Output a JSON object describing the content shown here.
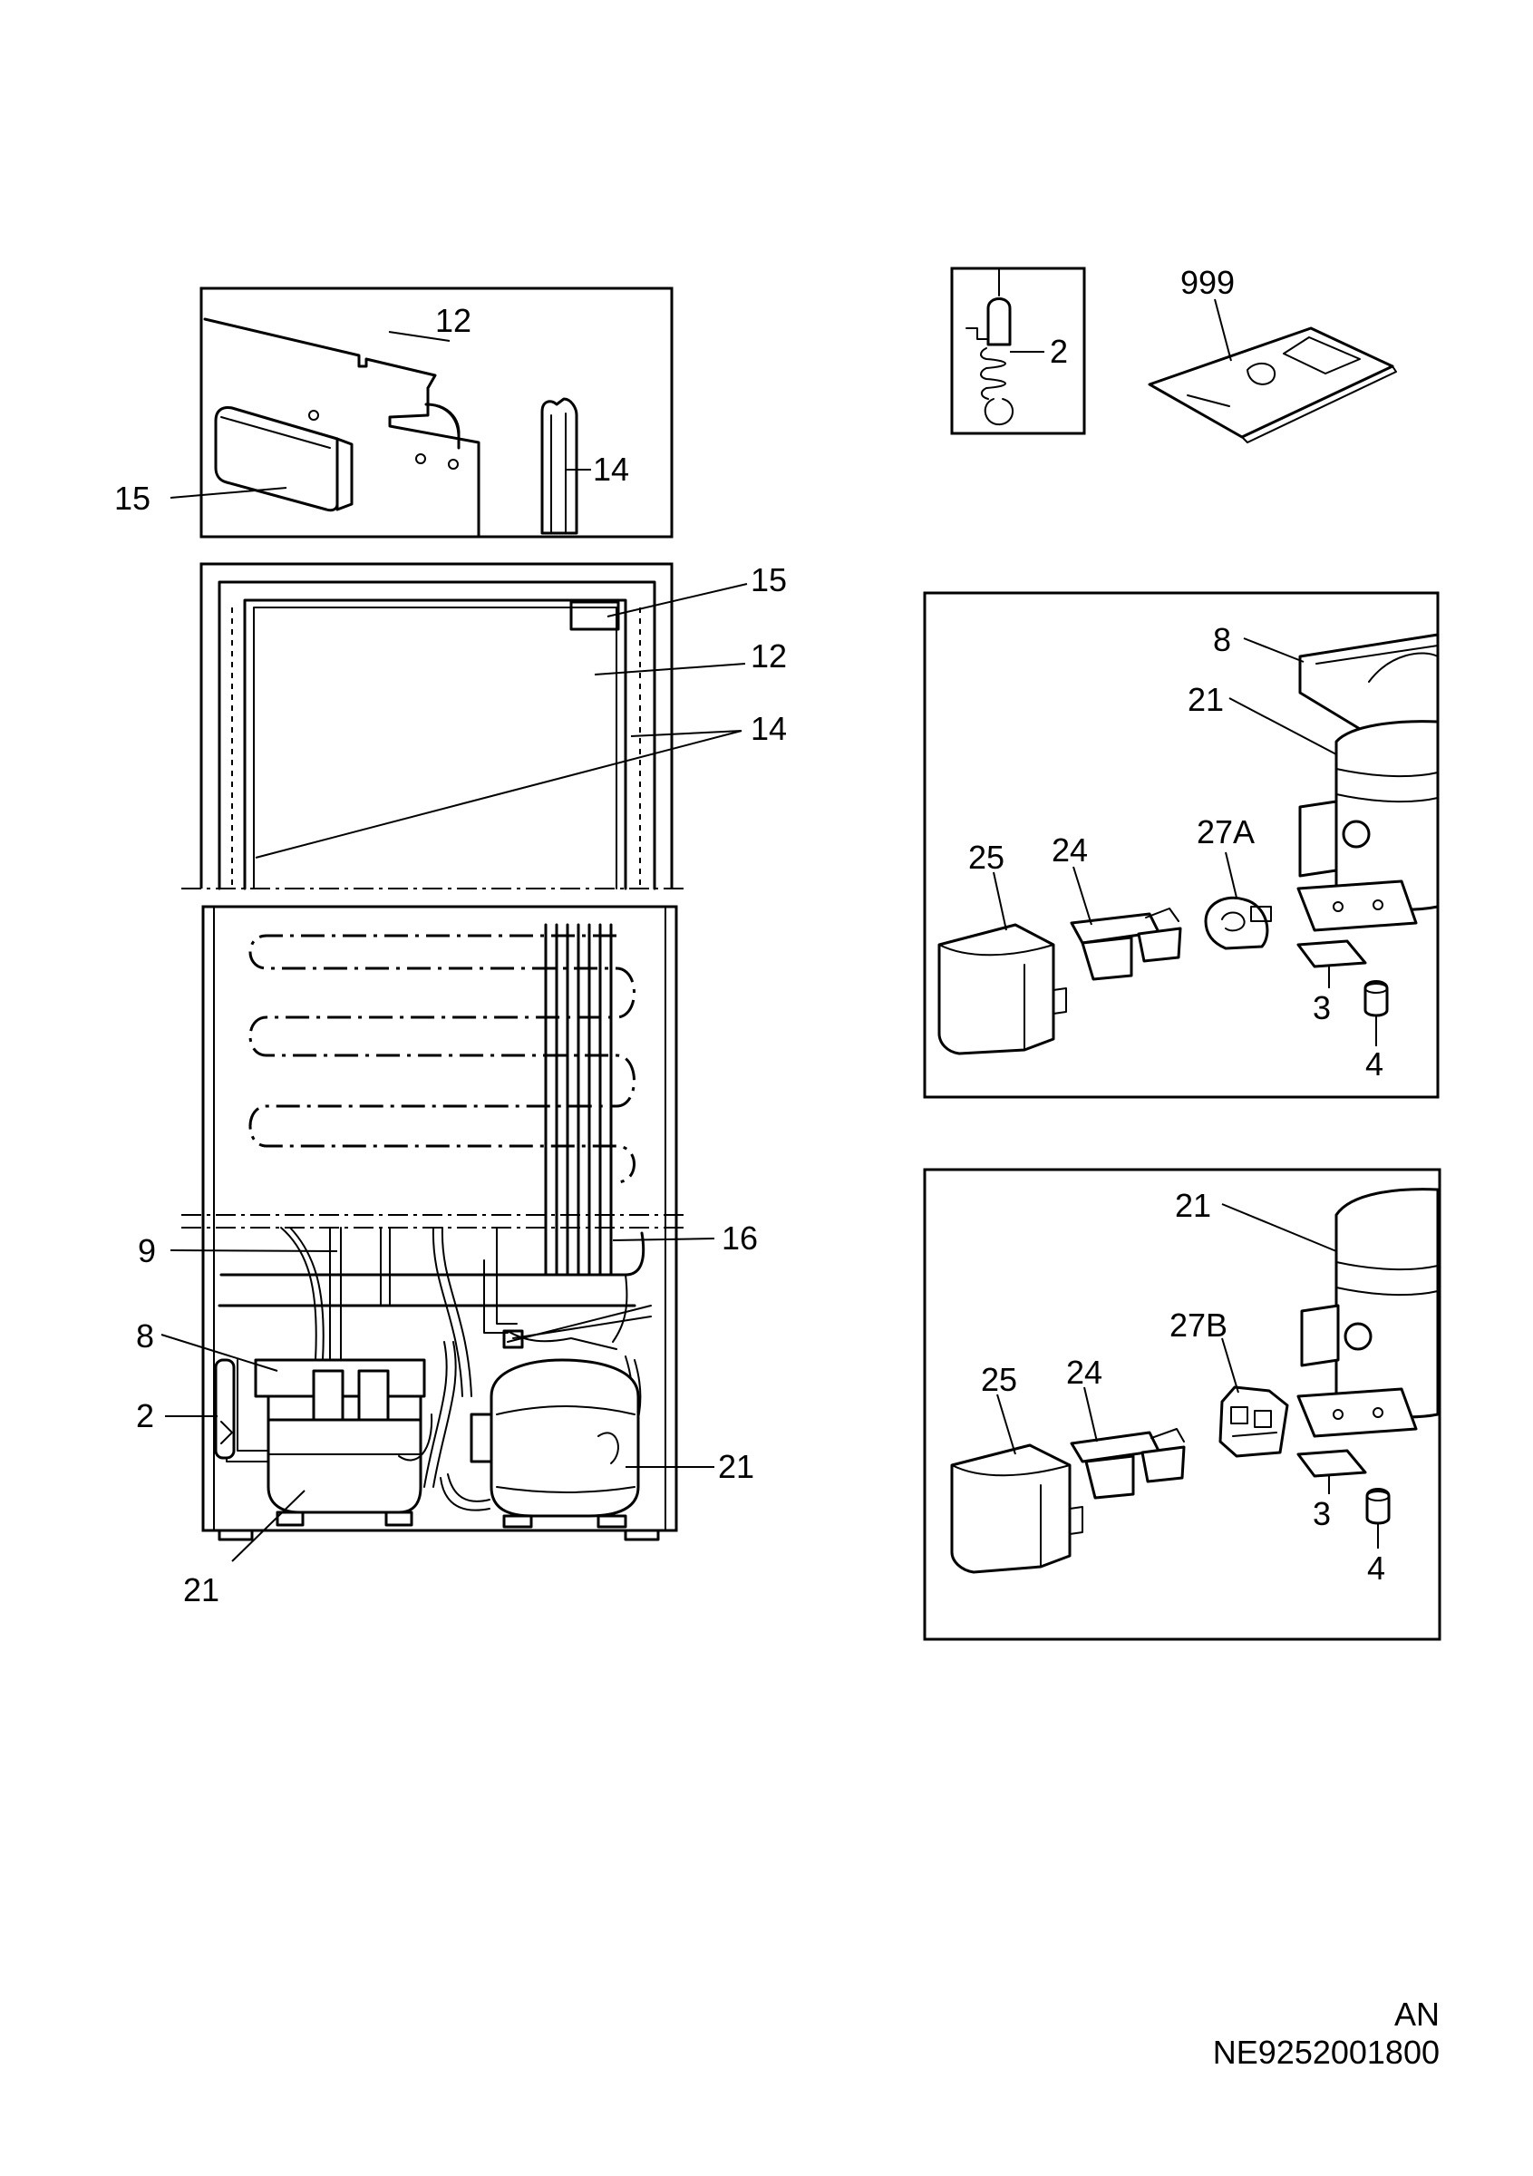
{
  "callouts": {
    "door_top_12": "12",
    "door_top_15": "15",
    "door_top_14": "14",
    "cabinet_15": "15",
    "cabinet_12": "12",
    "cabinet_14": "14",
    "cabinet_9": "9",
    "cabinet_16": "16",
    "cabinet_8": "8",
    "cabinet_2": "2",
    "cabinet_21_right": "21",
    "cabinet_21_bottom": "21",
    "sensor_2": "2",
    "manual_999": "999",
    "kitA_8": "8",
    "kitA_21": "21",
    "kitA_25": "25",
    "kitA_24": "24",
    "kitA_27A": "27A",
    "kitA_3": "3",
    "kitA_4": "4",
    "kitB_21": "21",
    "kitB_27B": "27B",
    "kitB_25": "25",
    "kitB_24": "24",
    "kitB_3": "3",
    "kitB_4": "4"
  },
  "footer": {
    "language_code": "AN",
    "document_code": "NE9252001800"
  }
}
